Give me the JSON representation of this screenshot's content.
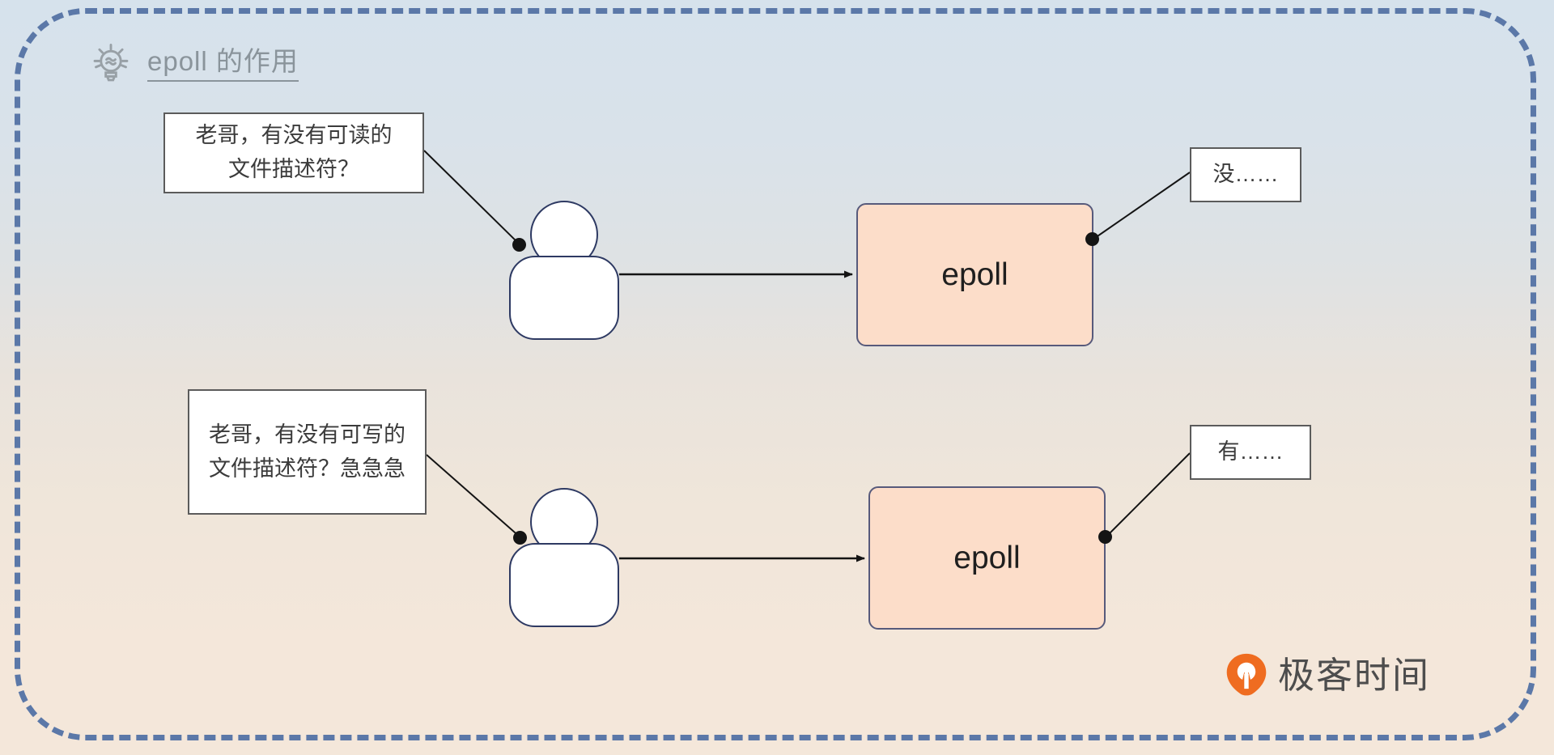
{
  "frame": {
    "border_color": "#5b78a8",
    "background_top_color": "#d6e2ec",
    "background_bottom_color": "#f4e7da"
  },
  "header": {
    "icon": "lightbulb-icon",
    "title": "epoll 的作用",
    "title_color": "#8a949b"
  },
  "flows": [
    {
      "id": "read",
      "question": {
        "line1": "老哥，有没有可读的",
        "line2": "文件描述符？"
      },
      "actor": "person-icon",
      "target_label": "epoll",
      "answer": "没……"
    },
    {
      "id": "write",
      "question": {
        "line1": "老哥，有没有可写的",
        "line2": "文件描述符？急急急"
      },
      "actor": "person-icon",
      "target_label": "epoll",
      "answer": "有……"
    }
  ],
  "colors": {
    "epoll_fill": "#fcddc9",
    "epoll_stroke": "#575a7b",
    "person_stroke": "#2e3a63",
    "callout_stroke": "#5b5b5b",
    "brand_accent": "#ef6c20"
  },
  "brand": {
    "name": "极客时间",
    "mark": "geektime-logo-icon"
  }
}
